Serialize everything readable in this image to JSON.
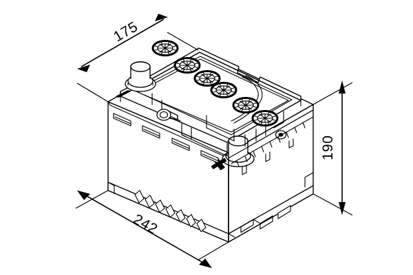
{
  "drawing": {
    "title": "Car battery isometric technical drawing with dimensions",
    "subject": "automotive lead-acid battery",
    "background_color": "#ffffff",
    "line_color": "#000000",
    "projection": "isometric",
    "units": "mm"
  },
  "dimensions": {
    "depth": {
      "value": "175",
      "label": "175",
      "axis": "depth",
      "orientation": "diagonal-up-right",
      "position": "top-left",
      "arrows": "both"
    },
    "height": {
      "value": "190",
      "label": "190",
      "axis": "height",
      "orientation": "vertical",
      "position": "right",
      "text_rotation": -90,
      "arrows": "both"
    },
    "width": {
      "value": "242",
      "label": "242",
      "axis": "width",
      "orientation": "diagonal-down-right",
      "position": "bottom-left",
      "arrows": "both"
    }
  },
  "battery": {
    "terminals": [
      {
        "name": "negative-terminal",
        "position": "rear-left",
        "marker": ""
      },
      {
        "name": "positive-terminal",
        "position": "front-center",
        "marker": "+"
      }
    ],
    "polarity_markers": [
      {
        "symbol": "+",
        "name": "positive-marker"
      }
    ],
    "vent_caps": {
      "count": 6,
      "style": "spoked-round-cap"
    },
    "side_slots": {
      "count": 4,
      "description": "recessed grip slots on front face"
    },
    "base": {
      "description": "sawtooth hold-down ledge along bottom rim"
    }
  }
}
